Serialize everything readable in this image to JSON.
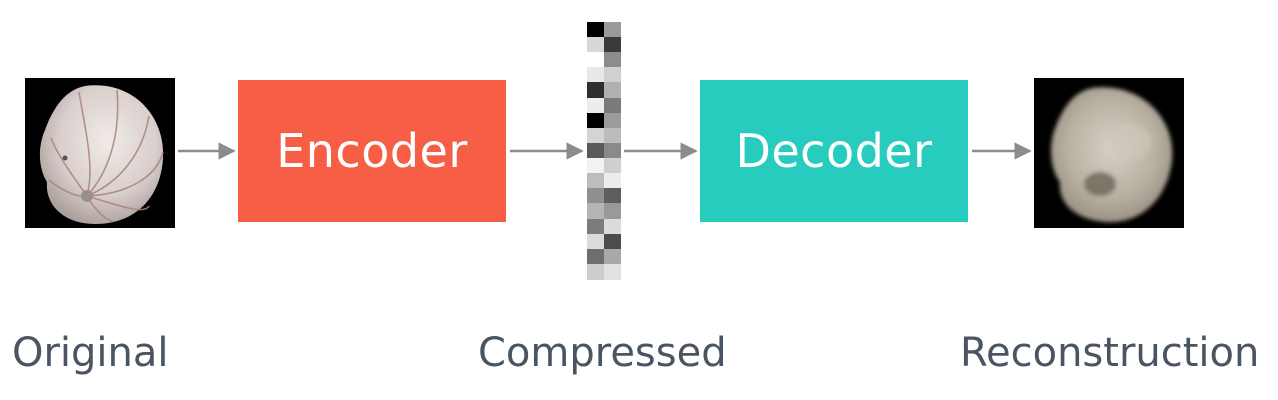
{
  "encoder": {
    "label": "Encoder",
    "color": "#f65f45"
  },
  "decoder": {
    "label": "Decoder",
    "color": "#27ccbe"
  },
  "captions": {
    "original": "Original",
    "compressed": "Compressed",
    "reconstruction": "Reconstruction"
  },
  "arrow_color": "#8c8c8c",
  "compressed_vector": {
    "columns": 2,
    "cells": [
      [
        "#000000",
        "#9a9a9a"
      ],
      [
        "#d8d8d8",
        "#3a3a3a"
      ],
      [
        "#ffffff",
        "#8c8c8c"
      ],
      [
        "#e8e8e8",
        "#d0d0d0"
      ],
      [
        "#2e2e2e",
        "#b0b0b0"
      ],
      [
        "#ededed",
        "#7a7a7a"
      ],
      [
        "#000000",
        "#9c9c9c"
      ],
      [
        "#d4d4d4",
        "#bcbcbc"
      ],
      [
        "#5a5a5a",
        "#8a8a8a"
      ],
      [
        "#f2f2f2",
        "#cfcfcf"
      ],
      [
        "#bdbdbd",
        "#ececec"
      ],
      [
        "#8f8f8f",
        "#5e5e5e"
      ],
      [
        "#b5b5b5",
        "#999999"
      ],
      [
        "#7c7c7c",
        "#dcdcdc"
      ],
      [
        "#dcdcdc",
        "#4c4c4c"
      ],
      [
        "#6e6e6e",
        "#a9a9a9"
      ],
      [
        "#cdcdcd",
        "#e1e1e1"
      ]
    ]
  }
}
